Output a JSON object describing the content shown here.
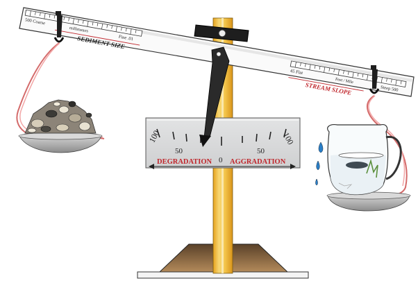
{
  "beam": {
    "sediment_scale": {
      "left_label": "500 Coarse",
      "mid_label": "millimeters",
      "right_label": "Fine .01",
      "title": "SEDIMENT SIZE"
    },
    "slope_scale": {
      "left_label": "45 Flat",
      "mid_label": "Feet / Mile",
      "right_label": "Steep 500",
      "title": "STREAM SLOPE"
    }
  },
  "gauge": {
    "ticks": [
      "100",
      "50",
      "0",
      "50",
      "100"
    ],
    "left_label": "DEGRADATION",
    "right_label": "AGGRADATION"
  },
  "colors": {
    "scale_red": "#c0262c",
    "gauge_face": "#d6d7d8",
    "post_yellow": "#f1c24a",
    "pan": "#a9a9a9",
    "water": "#2a7fc8"
  }
}
